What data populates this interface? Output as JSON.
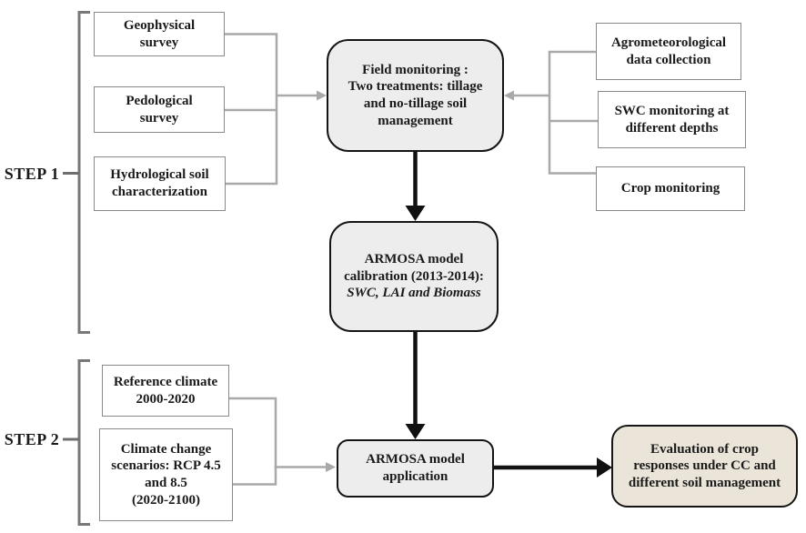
{
  "steps": {
    "step1": {
      "label": "STEP 1"
    },
    "step2": {
      "label": "STEP 2"
    }
  },
  "boxes": {
    "geophysical": {
      "label": "Geophysical\nsurvey"
    },
    "pedological": {
      "label": "Pedological\nsurvey"
    },
    "hydrological": {
      "label": "Hydrological soil\ncharacterization"
    },
    "agromet": {
      "label": "Agrometeorological\ndata collection"
    },
    "swc": {
      "label": "SWC monitoring at\ndifferent depths"
    },
    "crop": {
      "label": "Crop monitoring"
    },
    "field_monitoring": {
      "label": "Field monitoring :\nTwo treatments: tillage\nand no-tillage soil\nmanagement"
    },
    "calibration": {
      "label_main": "ARMOSA model\ncalibration (2013-2014):",
      "label_italic": "SWC, LAI and Biomass"
    },
    "application": {
      "label": "ARMOSA model\napplication"
    },
    "reference_climate": {
      "label": "Reference climate\n2000-2020"
    },
    "climate_scenarios": {
      "label": "Climate change\nscenarios: RCP 4.5\nand 8.5\n(2020-2100)"
    },
    "evaluation": {
      "label": "Evaluation of crop\nresponses under CC and\ndifferent soil management"
    }
  },
  "colors": {
    "rounded_box_fill": "#ededed",
    "evaluation_box_fill": "#eae5d8",
    "rect_border_gray": "#8a8a8a",
    "connector_gray": "#a9a9a9",
    "bracket_gray": "#787878",
    "arrow_black": "#111111"
  }
}
